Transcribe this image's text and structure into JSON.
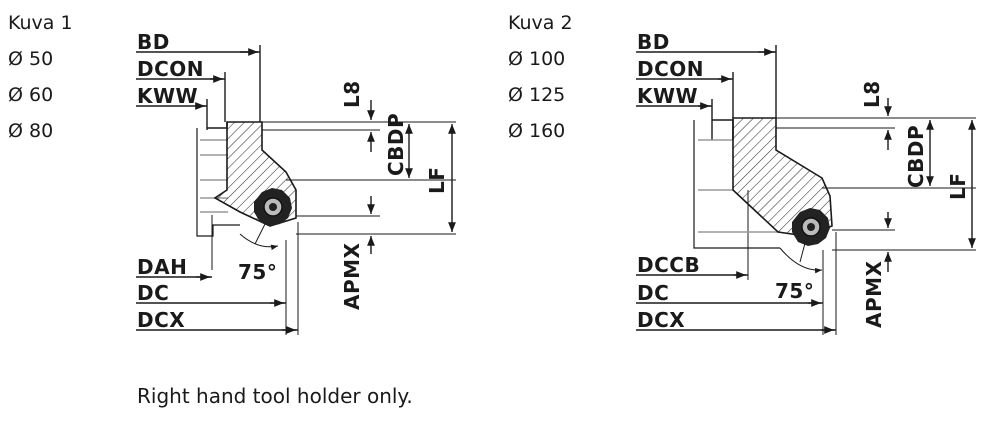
{
  "figure1": {
    "title": "Kuva 1",
    "diameters": [
      "Ø 50",
      "Ø 60",
      "Ø 80"
    ],
    "labels": {
      "bd": "BD",
      "dcon": "DCON",
      "kww": "KWW",
      "dah": "DAH",
      "dc": "DC",
      "dcx": "DCX",
      "l8": "L8",
      "cbdp": "CBDP",
      "lf": "LF",
      "apmx": "APMX",
      "angle": "75°"
    }
  },
  "figure2": {
    "title": "Kuva 2",
    "diameters": [
      "Ø 100",
      "Ø 125",
      "Ø 160"
    ],
    "labels": {
      "bd": "BD",
      "dcon": "DCON",
      "kww": "KWW",
      "dccb": "DCCB",
      "dc": "DC",
      "dcx": "DCX",
      "l8": "L8",
      "cbdp": "CBDP",
      "lf": "LF",
      "apmx": "APMX",
      "angle": "75°"
    }
  },
  "note": "Right hand tool holder only."
}
